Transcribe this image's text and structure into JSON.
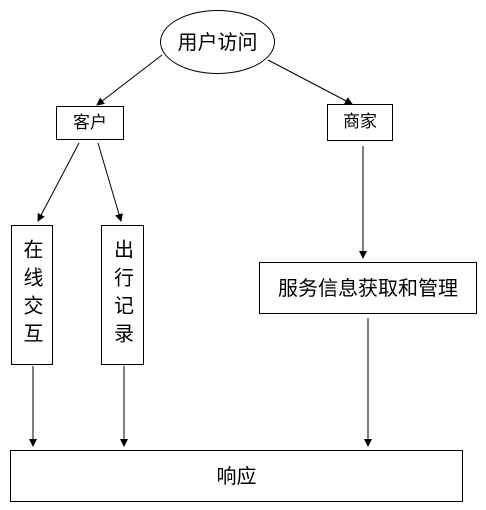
{
  "diagram": {
    "root": {
      "label": "用户访问"
    },
    "customer": {
      "label": "客户"
    },
    "merchant": {
      "label": "商家"
    },
    "online_interaction": {
      "label": "在线交互"
    },
    "trip_record": {
      "label": "出行记录"
    },
    "service_management": {
      "label": "服务信息获取和管理"
    },
    "response": {
      "label": "响应"
    }
  }
}
